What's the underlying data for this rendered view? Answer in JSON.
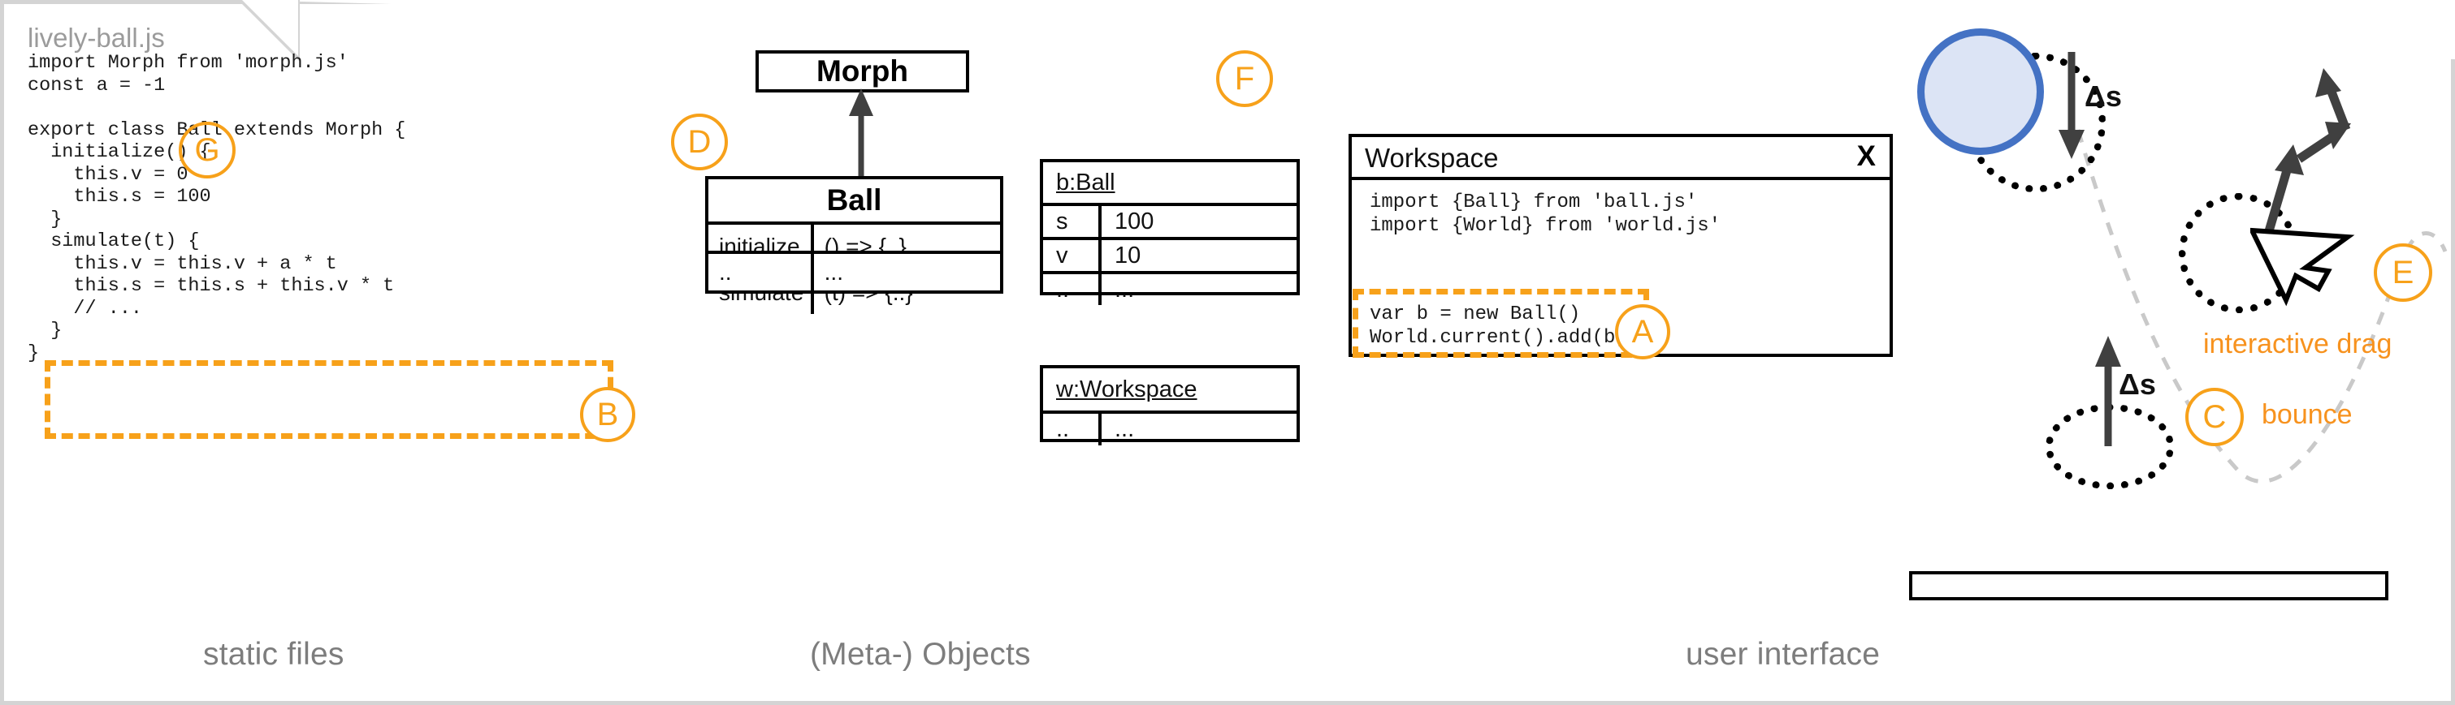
{
  "columns": [
    {
      "caption": "static files"
    },
    {
      "caption": "(Meta-) Objects"
    },
    {
      "caption": "user interface"
    }
  ],
  "file_card": {
    "filename": "lively-ball.js",
    "code": "import Morph from 'morph.js'\nconst a = -1\n\nexport class Ball extends Morph {\n  initialize() {\n    this.v = 0\n    this.s = 100\n  }\n  simulate(t) {\n    this.v = this.v + a * t\n    this.s = this.s + this.v * t\n    // ...\n  }\n}",
    "badge_g": "G",
    "badge_b": "B"
  },
  "uml": {
    "superclass": {
      "name": "Morph"
    },
    "subclass": {
      "name": "Ball",
      "rows": [
        {
          "key": "initialize",
          "value": "() => {..}"
        },
        {
          "key": "simulate",
          "value": "(t) => {..}"
        },
        {
          "key": "..",
          "value": "..."
        }
      ]
    },
    "badge_d": "D"
  },
  "objects": {
    "badge_f": "F",
    "ball_instance": {
      "title": "b:Ball",
      "rows": [
        {
          "key": "s",
          "value": "100"
        },
        {
          "key": "v",
          "value": "10"
        },
        {
          "key": "..",
          "value": "..."
        }
      ]
    },
    "workspace_instance": {
      "title": "w:Workspace",
      "rows": [
        {
          "key": "..",
          "value": "..."
        }
      ]
    }
  },
  "workspace": {
    "title": "Workspace",
    "close_label": "X",
    "imports": "import {Ball} from 'ball.js'\nimport {World} from 'world.js'",
    "statements": "var b = new Ball()\nWorld.current().add(b)",
    "badge_a": "A"
  },
  "stage": {
    "delta_top": "Δs",
    "delta_bottom": "Δs",
    "badge_c": "C",
    "label_bounce": "bounce",
    "badge_e": "E",
    "label_drag": "interactive drag"
  },
  "colors": {
    "accent_orange": "#f7a11a",
    "label_orange": "#f7921e",
    "ball_stroke": "#4472c4",
    "ball_fill": "#dce4f5",
    "caption_gray": "#7d7d7d",
    "card_border": "#d4d4d4"
  }
}
